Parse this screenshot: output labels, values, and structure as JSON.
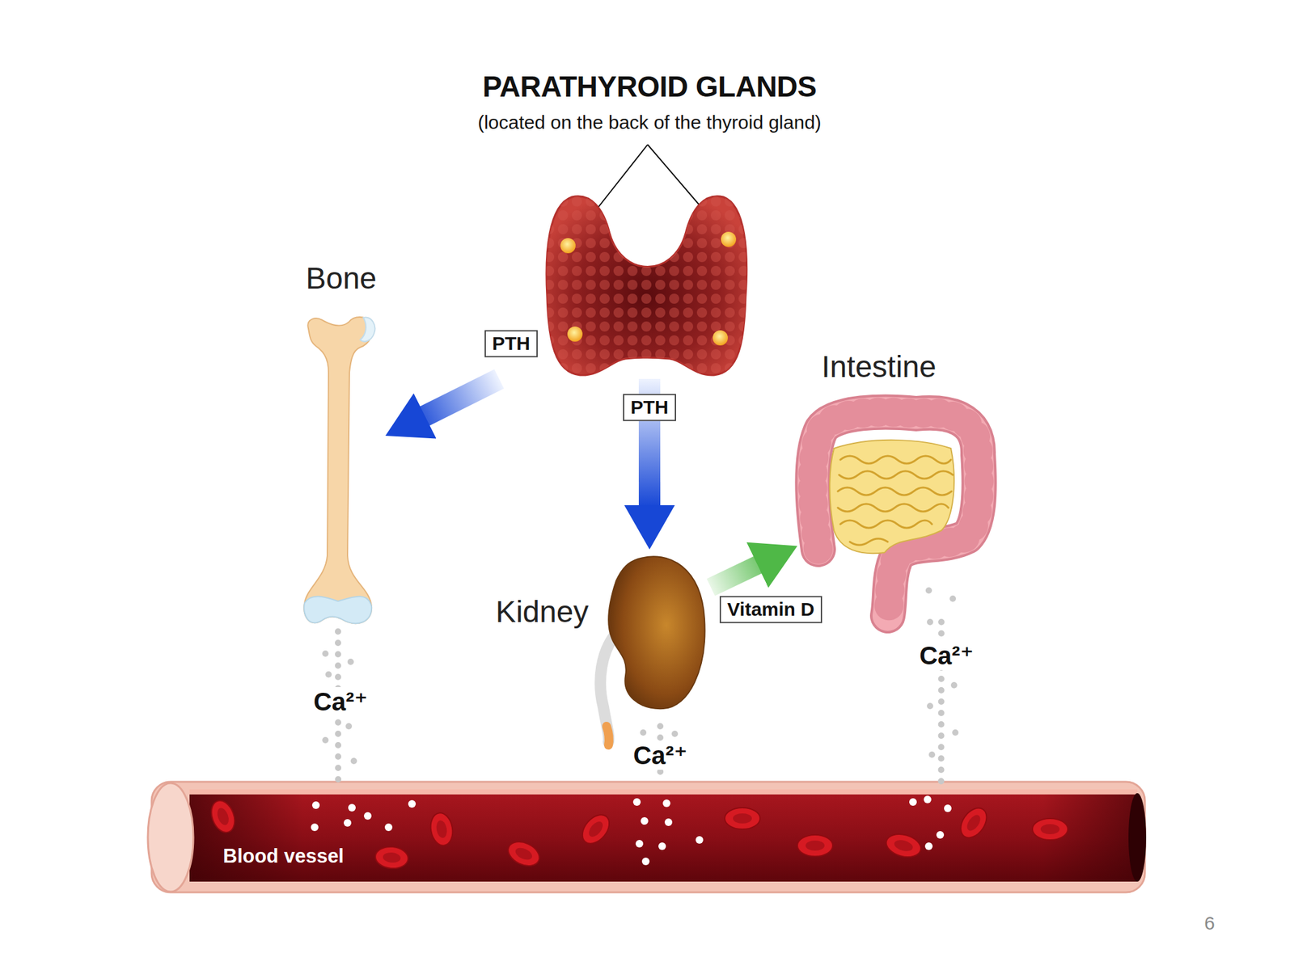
{
  "diagram": {
    "nodes": [
      {
        "text": [
          "PARATHYROID GLANDS",
          "(located on the back of the thyroid gland)"
        ]
      },
      {
        "text": [
          "Bone"
        ]
      },
      {
        "text": [
          "Intestine"
        ]
      },
      {
        "text": [
          "Kidney"
        ]
      },
      {
        "text": [
          "Blood vessel"
        ]
      }
    ],
    "edges": [
      {
        "from": 0,
        "to": 1,
        "label": "PTH",
        "arrow": "to"
      },
      {
        "from": 0,
        "to": 3,
        "label": "PTH",
        "arrow": "to"
      },
      {
        "from": 3,
        "to": 2,
        "label": "Vitamin D",
        "arrow": "to"
      },
      {
        "from": 1,
        "to": 4,
        "label": "Ca²⁺",
        "arrow": "none"
      },
      {
        "from": 3,
        "to": 4,
        "label": "Ca²⁺",
        "arrow": "none"
      },
      {
        "from": 2,
        "to": 4,
        "label": "Ca²⁺",
        "arrow": "none"
      }
    ],
    "labels": [
      "6"
    ]
  }
}
